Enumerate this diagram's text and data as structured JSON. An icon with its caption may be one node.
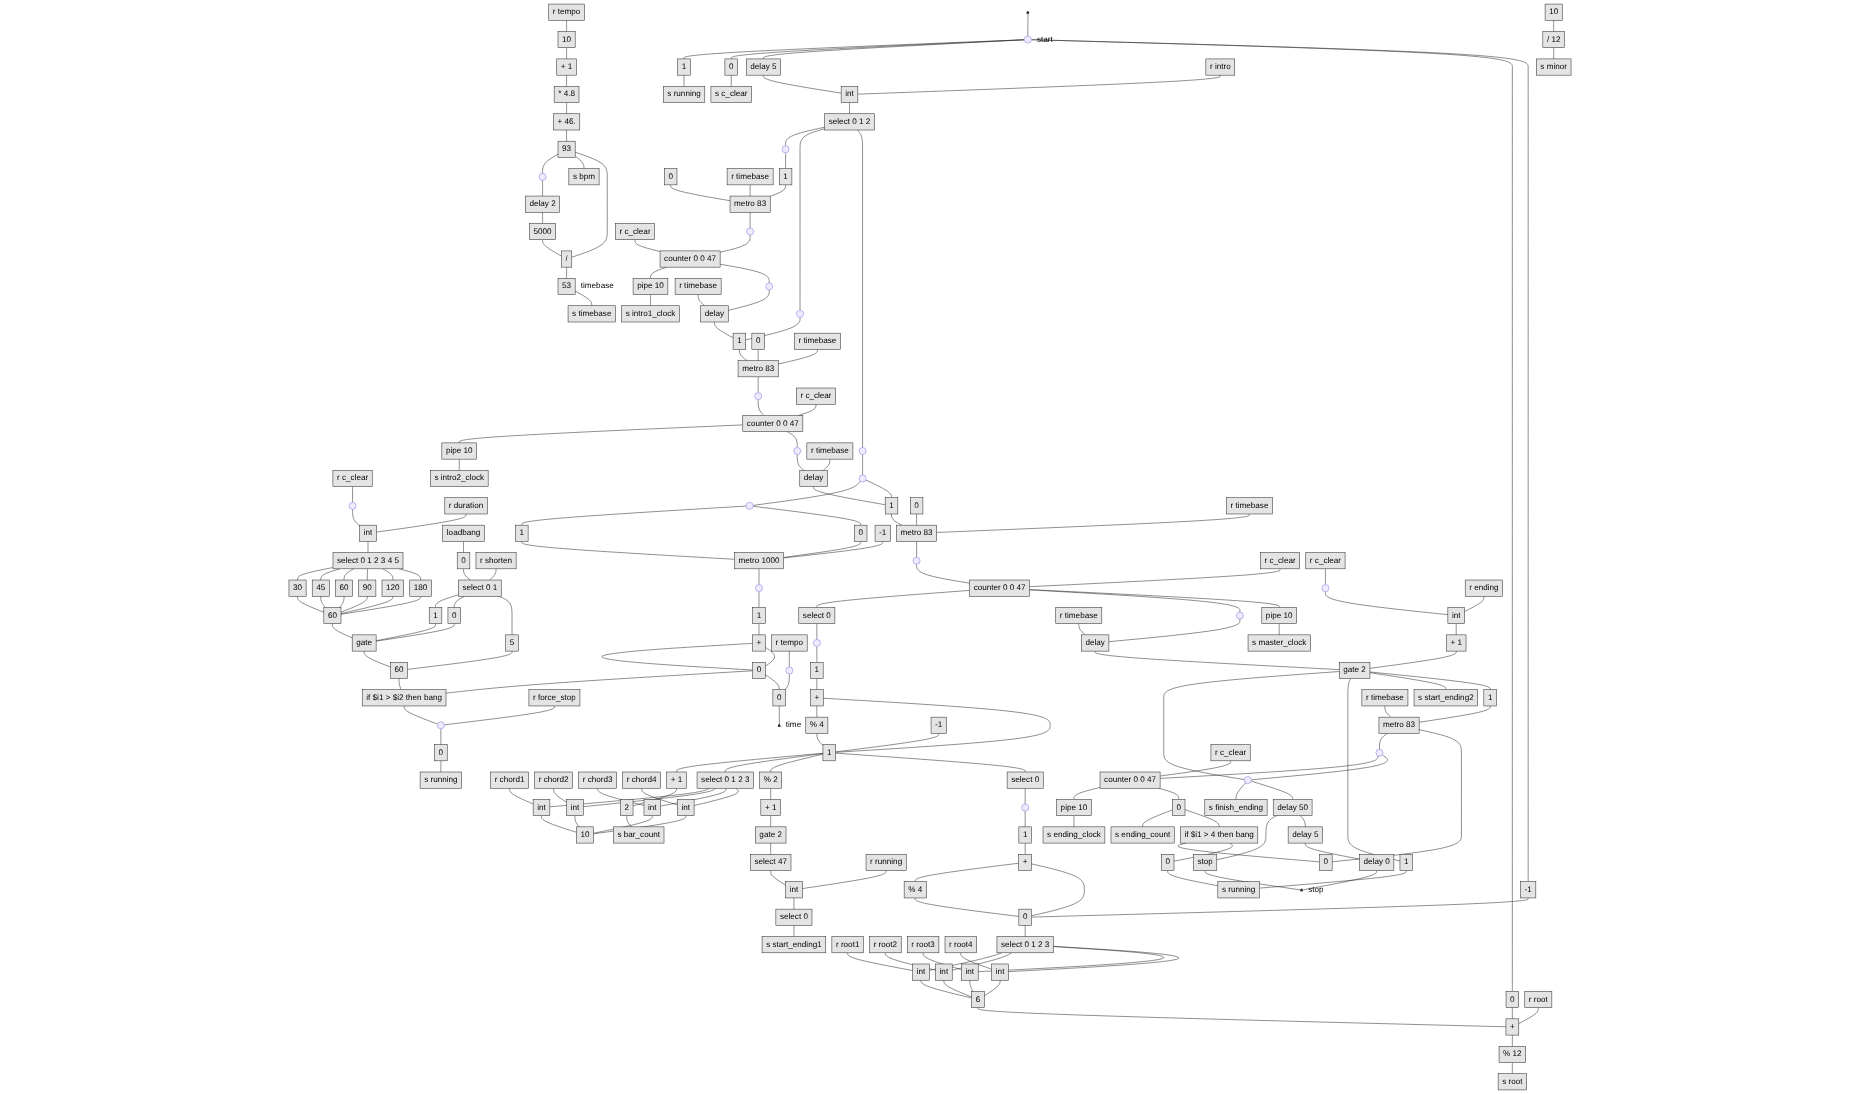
{
  "diagram": {
    "nodes": [
      {
        "text": [
          "r tempo"
        ]
      },
      {
        "text": [
          "10"
        ]
      },
      {
        "text": [
          "+ 1"
        ]
      },
      {
        "text": [
          "* 4.8"
        ]
      },
      {
        "text": [
          "+ 46."
        ]
      },
      {
        "text": [
          "93"
        ]
      },
      {
        "text": [],
        "shape": "circle"
      },
      {
        "text": [
          "delay 2"
        ]
      },
      {
        "text": [
          "s bpm"
        ]
      },
      {
        "text": [
          "5000"
        ]
      },
      {
        "text": [
          "/"
        ]
      },
      {
        "text": [
          "53"
        ],
        "beside": [
          "timebase"
        ]
      },
      {
        "text": [
          "s timebase"
        ]
      },
      {
        "text": [],
        "shape": "triangle"
      },
      {
        "text": [],
        "shape": "circle",
        "beside": [
          "start"
        ]
      },
      {
        "text": [
          "1"
        ]
      },
      {
        "text": [
          "s running"
        ]
      },
      {
        "text": [
          "0"
        ]
      },
      {
        "text": [
          "s c_clear"
        ]
      },
      {
        "text": [
          "delay 5"
        ]
      },
      {
        "text": [
          "r intro"
        ]
      },
      {
        "text": [
          "int"
        ]
      },
      {
        "text": [
          "select 0 1 2"
        ]
      },
      {
        "text": [],
        "shape": "circle"
      },
      {
        "text": [],
        "shape": "circle"
      },
      {
        "text": [],
        "shape": "circle"
      },
      {
        "text": [
          "0"
        ]
      },
      {
        "text": [
          "-1"
        ]
      },
      {
        "text": [],
        "shape": "circle"
      },
      {
        "text": [
          "1"
        ]
      },
      {
        "text": [
          "+"
        ]
      },
      {
        "text": [
          "% 4"
        ]
      },
      {
        "text": [
          "0"
        ]
      },
      {
        "text": [
          "select 0 1 2 3"
        ]
      },
      {
        "text": [
          "r chord1"
        ]
      },
      {
        "text": [
          "r chord2"
        ]
      },
      {
        "text": [
          "r chord3"
        ]
      },
      {
        "text": [
          "r chord4"
        ]
      },
      {
        "text": [
          "int"
        ]
      },
      {
        "text": [
          "int"
        ]
      },
      {
        "text": [
          "int"
        ]
      },
      {
        "text": [
          "int"
        ]
      },
      {
        "text": [
          "10"
        ]
      },
      {
        "text": [
          "10"
        ]
      },
      {
        "text": [
          "/ 12"
        ]
      },
      {
        "text": [
          "s minor"
        ]
      },
      {
        "text": [
          "select 0 1 2 3"
        ]
      },
      {
        "text": [
          "r root1"
        ]
      },
      {
        "text": [
          "r root2"
        ]
      },
      {
        "text": [
          "r root3"
        ]
      },
      {
        "text": [
          "r root4"
        ]
      },
      {
        "text": [
          "int"
        ]
      },
      {
        "text": [
          "int"
        ]
      },
      {
        "text": [
          "int"
        ]
      },
      {
        "text": [
          "int"
        ]
      },
      {
        "text": [
          "6"
        ]
      },
      {
        "text": [
          "r root"
        ]
      },
      {
        "text": [
          "+"
        ]
      },
      {
        "text": [
          "% 12"
        ]
      },
      {
        "text": [
          "s root"
        ]
      },
      {
        "text": [
          "r c_clear"
        ]
      },
      {
        "text": [],
        "shape": "circle"
      },
      {
        "text": [
          "r duration"
        ]
      },
      {
        "text": [
          "int"
        ]
      },
      {
        "text": [
          "select 0 1 2 3 4 5"
        ]
      },
      {
        "text": [
          "30"
        ]
      },
      {
        "text": [
          "45"
        ]
      },
      {
        "text": [
          "60"
        ]
      },
      {
        "text": [
          "90"
        ]
      },
      {
        "text": [
          "120"
        ]
      },
      {
        "text": [
          "180"
        ]
      },
      {
        "text": [
          "60"
        ]
      },
      {
        "text": [
          "loadbang"
        ]
      },
      {
        "text": [
          "0"
        ]
      },
      {
        "text": [
          "r shorten"
        ]
      },
      {
        "text": [
          "select 0 1"
        ]
      },
      {
        "text": [
          "1"
        ]
      },
      {
        "text": [
          "0"
        ]
      },
      {
        "text": [
          "5"
        ]
      },
      {
        "text": [
          "gate"
        ]
      },
      {
        "text": [
          "60"
        ]
      },
      {
        "text": [],
        "shape": "circle"
      },
      {
        "text": [
          "1"
        ]
      },
      {
        "text": [
          "0"
        ]
      },
      {
        "text": [
          "-1"
        ]
      },
      {
        "text": [
          "metro 1000"
        ]
      },
      {
        "text": [],
        "shape": "circle"
      },
      {
        "text": [
          "1"
        ]
      },
      {
        "text": [
          "+"
        ]
      },
      {
        "text": [
          "0"
        ]
      },
      {
        "text": [
          "if $i1 > $i2 then bang"
        ]
      },
      {
        "text": [
          "r force_stop"
        ]
      },
      {
        "text": [],
        "shape": "circle"
      },
      {
        "text": [
          "0"
        ]
      },
      {
        "text": [
          "s running"
        ]
      },
      {
        "text": [
          "r tempo"
        ]
      },
      {
        "text": [],
        "shape": "circle"
      },
      {
        "text": [
          "0"
        ]
      },
      {
        "text": [],
        "shape": "triangle",
        "beside": [
          "time"
        ]
      },
      {
        "text": [],
        "shape": "circle"
      },
      {
        "text": [
          "1"
        ]
      },
      {
        "text": [
          "0"
        ]
      },
      {
        "text": [
          "r timebase"
        ]
      },
      {
        "text": [
          "metro 83"
        ]
      },
      {
        "text": [],
        "shape": "circle"
      },
      {
        "text": [
          "r c_clear"
        ]
      },
      {
        "text": [
          "counter 0 0 47"
        ]
      },
      {
        "text": [],
        "shape": "circle"
      },
      {
        "text": [
          "r timebase"
        ]
      },
      {
        "text": [
          "delay"
        ]
      },
      {
        "text": [
          "pipe 10"
        ]
      },
      {
        "text": [
          "s intro1_clock"
        ]
      },
      {
        "text": [
          "1"
        ]
      },
      {
        "text": [
          "0"
        ]
      },
      {
        "text": [
          "r timebase"
        ]
      },
      {
        "text": [
          "metro 83"
        ]
      },
      {
        "text": [],
        "shape": "circle"
      },
      {
        "text": [
          "r c_clear"
        ]
      },
      {
        "text": [
          "counter 0 0 47"
        ]
      },
      {
        "text": [],
        "shape": "circle"
      },
      {
        "text": [
          "r timebase"
        ]
      },
      {
        "text": [
          "delay"
        ]
      },
      {
        "text": [
          "pipe 10"
        ]
      },
      {
        "text": [
          "s intro2_clock"
        ]
      },
      {
        "text": [
          "1"
        ]
      },
      {
        "text": [
          "0"
        ]
      },
      {
        "text": [
          "r timebase"
        ]
      },
      {
        "text": [
          "metro 83"
        ]
      },
      {
        "text": [],
        "shape": "circle"
      },
      {
        "text": [
          "r c_clear"
        ]
      },
      {
        "text": [
          "counter 0 0 47"
        ]
      },
      {
        "text": [
          "select 0"
        ]
      },
      {
        "text": [],
        "shape": "circle"
      },
      {
        "text": [
          "1"
        ]
      },
      {
        "text": [
          "+"
        ]
      },
      {
        "text": [
          "% 4"
        ]
      },
      {
        "text": [
          "-1"
        ]
      },
      {
        "text": [
          "1"
        ]
      },
      {
        "text": [
          "+ 1"
        ]
      },
      {
        "text": [
          "2"
        ]
      },
      {
        "text": [
          "s bar_count"
        ]
      },
      {
        "text": [
          "select 0"
        ]
      },
      {
        "text": [
          "% 2"
        ]
      },
      {
        "text": [
          "+ 1"
        ]
      },
      {
        "text": [
          "gate 2"
        ]
      },
      {
        "text": [
          "r running"
        ]
      },
      {
        "text": [
          "select 47"
        ]
      },
      {
        "text": [
          "int"
        ]
      },
      {
        "text": [
          "select 0"
        ]
      },
      {
        "text": [],
        "shape": "circle"
      },
      {
        "text": [
          "r timebase"
        ]
      },
      {
        "text": [
          "delay"
        ]
      },
      {
        "text": [
          "pipe 10"
        ]
      },
      {
        "text": [
          "s master_clock"
        ]
      },
      {
        "text": [
          "s start_ending1"
        ]
      },
      {
        "text": [
          "r c_clear"
        ]
      },
      {
        "text": [],
        "shape": "circle"
      },
      {
        "text": [
          "r ending"
        ]
      },
      {
        "text": [
          "int"
        ]
      },
      {
        "text": [
          "+ 1"
        ]
      },
      {
        "text": [
          "gate 2"
        ]
      },
      {
        "text": [
          "1"
        ]
      },
      {
        "text": [
          "0"
        ]
      },
      {
        "text": [
          "s running"
        ]
      },
      {
        "text": [
          "s start_ending2"
        ]
      },
      {
        "text": [
          "if $i1 > 4 then bang"
        ]
      },
      {
        "text": [
          "1"
        ]
      },
      {
        "text": [
          "0"
        ]
      },
      {
        "text": [
          "r timebase"
        ]
      },
      {
        "text": [
          "metro 83"
        ]
      },
      {
        "text": [],
        "shape": "circle"
      },
      {
        "text": [
          "r c_clear"
        ]
      },
      {
        "text": [
          "counter 0 0 47"
        ]
      },
      {
        "text": [
          "pipe 10"
        ]
      },
      {
        "text": [
          "0"
        ]
      },
      {
        "text": [
          "s ending_clock"
        ]
      },
      {
        "text": [
          "s ending_count"
        ]
      },
      {
        "text": [],
        "shape": "circle"
      },
      {
        "text": [
          "s finish_ending"
        ]
      },
      {
        "text": [
          "delay 50"
        ]
      },
      {
        "text": [
          "stop"
        ]
      },
      {
        "text": [
          "delay 5"
        ]
      },
      {
        "text": [
          "delay 0"
        ]
      },
      {
        "text": [],
        "shape": "triangle",
        "beside": [
          "stop"
        ]
      }
    ],
    "edges": [
      {
        "from": 0,
        "to": 1,
        "arrow": "none"
      },
      {
        "from": 1,
        "to": 2,
        "arrow": "none"
      },
      {
        "from": 2,
        "to": 3,
        "arrow": "none"
      },
      {
        "from": 3,
        "to": 4,
        "arrow": "none"
      },
      {
        "from": 4,
        "to": 5,
        "arrow": "none"
      },
      {
        "from": 5,
        "to": 6,
        "arrow": "none"
      },
      {
        "from": 5,
        "to": 8,
        "arrow": "none"
      },
      {
        "from": 6,
        "to": 7,
        "arrow": "none"
      },
      {
        "from": 7,
        "to": 9,
        "arrow": "none"
      },
      {
        "from": 9,
        "to": 10,
        "arrow": "none"
      },
      {
        "from": 5,
        "to": 10,
        "arrow": "none"
      },
      {
        "from": 10,
        "to": 11,
        "arrow": "none"
      },
      {
        "from": 11,
        "to": 12,
        "arrow": "none"
      },
      {
        "from": 13,
        "to": 14,
        "arrow": "none"
      },
      {
        "from": 14,
        "to": 15,
        "arrow": "none"
      },
      {
        "from": 15,
        "to": 16,
        "arrow": "none"
      },
      {
        "from": 14,
        "to": 17,
        "arrow": "none"
      },
      {
        "from": 17,
        "to": 18,
        "arrow": "none"
      },
      {
        "from": 14,
        "to": 19,
        "arrow": "none"
      },
      {
        "from": 19,
        "to": 21,
        "arrow": "none"
      },
      {
        "from": 20,
        "to": 21,
        "arrow": "none"
      },
      {
        "from": 21,
        "to": 22,
        "arrow": "none"
      },
      {
        "from": 22,
        "to": 23,
        "arrow": "none"
      },
      {
        "from": 22,
        "to": 24,
        "arrow": "none"
      },
      {
        "from": 22,
        "to": 25,
        "arrow": "none"
      },
      {
        "from": 14,
        "to": 26,
        "arrow": "none"
      },
      {
        "from": 14,
        "to": 27,
        "arrow": "none"
      },
      {
        "from": 28,
        "to": 29,
        "arrow": "none"
      },
      {
        "from": 29,
        "to": 30,
        "arrow": "none"
      },
      {
        "from": 30,
        "to": 31,
        "arrow": "none"
      },
      {
        "from": 31,
        "to": 32,
        "arrow": "none"
      },
      {
        "from": 32,
        "to": 30,
        "arrow": "none"
      },
      {
        "from": 27,
        "to": 32,
        "arrow": "none"
      },
      {
        "from": 26,
        "to": 57,
        "arrow": "none"
      },
      {
        "from": 32,
        "to": 46,
        "arrow": "none"
      },
      {
        "from": 33,
        "to": 38,
        "arrow": "none"
      },
      {
        "from": 33,
        "to": 39,
        "arrow": "none"
      },
      {
        "from": 33,
        "to": 40,
        "arrow": "none"
      },
      {
        "from": 33,
        "to": 41,
        "arrow": "none"
      },
      {
        "from": 34,
        "to": 38,
        "arrow": "none"
      },
      {
        "from": 35,
        "to": 39,
        "arrow": "none"
      },
      {
        "from": 36,
        "to": 40,
        "arrow": "none"
      },
      {
        "from": 37,
        "to": 41,
        "arrow": "none"
      },
      {
        "from": 38,
        "to": 43,
        "arrow": "none"
      },
      {
        "from": 39,
        "to": 43,
        "arrow": "none"
      },
      {
        "from": 40,
        "to": 43,
        "arrow": "none"
      },
      {
        "from": 41,
        "to": 43,
        "arrow": "none"
      },
      {
        "from": 42,
        "to": 44,
        "arrow": "none"
      },
      {
        "from": 44,
        "to": 45,
        "arrow": "none"
      },
      {
        "from": 46,
        "to": 51,
        "arrow": "none"
      },
      {
        "from": 46,
        "to": 52,
        "arrow": "none"
      },
      {
        "from": 46,
        "to": 53,
        "arrow": "none"
      },
      {
        "from": 46,
        "to": 54,
        "arrow": "none"
      },
      {
        "from": 47,
        "to": 51,
        "arrow": "none"
      },
      {
        "from": 48,
        "to": 52,
        "arrow": "none"
      },
      {
        "from": 49,
        "to": 53,
        "arrow": "none"
      },
      {
        "from": 50,
        "to": 54,
        "arrow": "none"
      },
      {
        "from": 51,
        "to": 55,
        "arrow": "none"
      },
      {
        "from": 52,
        "to": 55,
        "arrow": "none"
      },
      {
        "from": 53,
        "to": 55,
        "arrow": "none"
      },
      {
        "from": 54,
        "to": 55,
        "arrow": "none"
      },
      {
        "from": 55,
        "to": 57,
        "arrow": "none"
      },
      {
        "from": 56,
        "to": 57,
        "arrow": "none"
      },
      {
        "from": 57,
        "to": 58,
        "arrow": "none"
      },
      {
        "from": 58,
        "to": 59,
        "arrow": "none"
      },
      {
        "from": 60,
        "to": 61,
        "arrow": "none"
      },
      {
        "from": 61,
        "to": 63,
        "arrow": "none"
      },
      {
        "from": 62,
        "to": 63,
        "arrow": "none"
      },
      {
        "from": 63,
        "to": 64,
        "arrow": "none"
      },
      {
        "from": 64,
        "to": 65,
        "arrow": "none"
      },
      {
        "from": 64,
        "to": 66,
        "arrow": "none"
      },
      {
        "from": 64,
        "to": 67,
        "arrow": "none"
      },
      {
        "from": 64,
        "to": 68,
        "arrow": "none"
      },
      {
        "from": 64,
        "to": 69,
        "arrow": "none"
      },
      {
        "from": 64,
        "to": 70,
        "arrow": "none"
      },
      {
        "from": 65,
        "to": 71,
        "arrow": "none"
      },
      {
        "from": 66,
        "to": 71,
        "arrow": "none"
      },
      {
        "from": 67,
        "to": 71,
        "arrow": "none"
      },
      {
        "from": 68,
        "to": 71,
        "arrow": "none"
      },
      {
        "from": 69,
        "to": 71,
        "arrow": "none"
      },
      {
        "from": 70,
        "to": 71,
        "arrow": "none"
      },
      {
        "from": 71,
        "to": 79,
        "arrow": "none"
      },
      {
        "from": 72,
        "to": 73,
        "arrow": "none"
      },
      {
        "from": 73,
        "to": 75,
        "arrow": "none"
      },
      {
        "from": 74,
        "to": 75,
        "arrow": "none"
      },
      {
        "from": 75,
        "to": 76,
        "arrow": "none"
      },
      {
        "from": 75,
        "to": 77,
        "arrow": "none"
      },
      {
        "from": 75,
        "to": 78,
        "arrow": "none"
      },
      {
        "from": 76,
        "to": 79,
        "arrow": "none"
      },
      {
        "from": 77,
        "to": 79,
        "arrow": "none"
      },
      {
        "from": 78,
        "to": 80,
        "arrow": "none"
      },
      {
        "from": 79,
        "to": 80,
        "arrow": "none"
      },
      {
        "from": 80,
        "to": 90,
        "arrow": "none"
      },
      {
        "from": 81,
        "to": 82,
        "arrow": "none"
      },
      {
        "from": 81,
        "to": 83,
        "arrow": "none"
      },
      {
        "from": 82,
        "to": 85,
        "arrow": "none"
      },
      {
        "from": 83,
        "to": 85,
        "arrow": "none"
      },
      {
        "from": 84,
        "to": 85,
        "arrow": "none"
      },
      {
        "from": 85,
        "to": 86,
        "arrow": "none"
      },
      {
        "from": 86,
        "to": 87,
        "arrow": "none"
      },
      {
        "from": 87,
        "to": 88,
        "arrow": "none"
      },
      {
        "from": 88,
        "to": 89,
        "arrow": "none"
      },
      {
        "from": 89,
        "to": 88,
        "arrow": "none"
      },
      {
        "from": 89,
        "to": 90,
        "arrow": "none"
      },
      {
        "from": 90,
        "to": 92,
        "arrow": "none"
      },
      {
        "from": 91,
        "to": 92,
        "arrow": "none"
      },
      {
        "from": 92,
        "to": 93,
        "arrow": "none"
      },
      {
        "from": 93,
        "to": 94,
        "arrow": "none"
      },
      {
        "from": 95,
        "to": 96,
        "arrow": "none"
      },
      {
        "from": 96,
        "to": 97,
        "arrow": "none"
      },
      {
        "from": 89,
        "to": 97,
        "arrow": "none"
      },
      {
        "from": 97,
        "to": 98,
        "arrow": "none"
      },
      {
        "from": 23,
        "to": 100,
        "arrow": "none"
      },
      {
        "from": 24,
        "to": 112,
        "arrow": "none"
      },
      {
        "from": 25,
        "to": 99,
        "arrow": "none"
      },
      {
        "from": 99,
        "to": 81,
        "arrow": "none"
      },
      {
        "from": 99,
        "to": 124,
        "arrow": "none"
      },
      {
        "from": 100,
        "to": 103,
        "arrow": "none"
      },
      {
        "from": 101,
        "to": 103,
        "arrow": "none"
      },
      {
        "from": 102,
        "to": 103,
        "arrow": "none"
      },
      {
        "from": 103,
        "to": 104,
        "arrow": "none"
      },
      {
        "from": 104,
        "to": 106,
        "arrow": "none"
      },
      {
        "from": 105,
        "to": 106,
        "arrow": "none"
      },
      {
        "from": 106,
        "to": 110,
        "arrow": "none"
      },
      {
        "from": 106,
        "to": 107,
        "arrow": "none"
      },
      {
        "from": 107,
        "to": 109,
        "arrow": "none"
      },
      {
        "from": 108,
        "to": 109,
        "arrow": "none"
      },
      {
        "from": 109,
        "to": 112,
        "arrow": "none"
      },
      {
        "from": 110,
        "to": 111,
        "arrow": "none"
      },
      {
        "from": 112,
        "to": 115,
        "arrow": "none"
      },
      {
        "from": 113,
        "to": 115,
        "arrow": "none"
      },
      {
        "from": 114,
        "to": 115,
        "arrow": "none"
      },
      {
        "from": 115,
        "to": 116,
        "arrow": "none"
      },
      {
        "from": 116,
        "to": 118,
        "arrow": "none"
      },
      {
        "from": 117,
        "to": 118,
        "arrow": "none"
      },
      {
        "from": 118,
        "to": 122,
        "arrow": "none"
      },
      {
        "from": 118,
        "to": 119,
        "arrow": "none"
      },
      {
        "from": 119,
        "to": 121,
        "arrow": "none"
      },
      {
        "from": 120,
        "to": 121,
        "arrow": "none"
      },
      {
        "from": 121,
        "to": 124,
        "arrow": "none"
      },
      {
        "from": 122,
        "to": 123,
        "arrow": "none"
      },
      {
        "from": 124,
        "to": 127,
        "arrow": "none"
      },
      {
        "from": 125,
        "to": 127,
        "arrow": "none"
      },
      {
        "from": 126,
        "to": 127,
        "arrow": "none"
      },
      {
        "from": 127,
        "to": 128,
        "arrow": "none"
      },
      {
        "from": 128,
        "to": 130,
        "arrow": "none"
      },
      {
        "from": 129,
        "to": 130,
        "arrow": "none"
      },
      {
        "from": 130,
        "to": 131,
        "arrow": "none"
      },
      {
        "from": 131,
        "to": 132,
        "arrow": "none"
      },
      {
        "from": 132,
        "to": 133,
        "arrow": "none"
      },
      {
        "from": 133,
        "to": 134,
        "arrow": "none"
      },
      {
        "from": 134,
        "to": 135,
        "arrow": "none"
      },
      {
        "from": 135,
        "to": 137,
        "arrow": "none"
      },
      {
        "from": 137,
        "to": 134,
        "arrow": "none"
      },
      {
        "from": 136,
        "to": 137,
        "arrow": "none"
      },
      {
        "from": 137,
        "to": 138,
        "arrow": "none"
      },
      {
        "from": 138,
        "to": 139,
        "arrow": "none"
      },
      {
        "from": 139,
        "to": 140,
        "arrow": "none"
      },
      {
        "from": 137,
        "to": 33,
        "arrow": "none"
      },
      {
        "from": 137,
        "to": 142,
        "arrow": "none"
      },
      {
        "from": 137,
        "to": 141,
        "arrow": "none"
      },
      {
        "from": 141,
        "to": 28,
        "arrow": "none"
      },
      {
        "from": 142,
        "to": 143,
        "arrow": "none"
      },
      {
        "from": 143,
        "to": 144,
        "arrow": "none"
      },
      {
        "from": 144,
        "to": 146,
        "arrow": "none"
      },
      {
        "from": 145,
        "to": 147,
        "arrow": "none"
      },
      {
        "from": 146,
        "to": 147,
        "arrow": "none"
      },
      {
        "from": 147,
        "to": 148,
        "arrow": "none"
      },
      {
        "from": 148,
        "to": 154,
        "arrow": "none"
      },
      {
        "from": 130,
        "to": 149,
        "arrow": "none"
      },
      {
        "from": 130,
        "to": 152,
        "arrow": "none"
      },
      {
        "from": 149,
        "to": 151,
        "arrow": "none"
      },
      {
        "from": 150,
        "to": 151,
        "arrow": "none"
      },
      {
        "from": 151,
        "to": 160,
        "arrow": "none"
      },
      {
        "from": 152,
        "to": 153,
        "arrow": "none"
      },
      {
        "from": 155,
        "to": 156,
        "arrow": "none"
      },
      {
        "from": 156,
        "to": 158,
        "arrow": "none"
      },
      {
        "from": 157,
        "to": 158,
        "arrow": "none"
      },
      {
        "from": 158,
        "to": 159,
        "arrow": "none"
      },
      {
        "from": 159,
        "to": 160,
        "arrow": "none"
      },
      {
        "from": 160,
        "to": 177,
        "arrow": "none"
      },
      {
        "from": 160,
        "to": 161,
        "arrow": "none"
      },
      {
        "from": 160,
        "to": 164,
        "arrow": "none"
      },
      {
        "from": 161,
        "to": 163,
        "arrow": "none"
      },
      {
        "from": 162,
        "to": 163,
        "arrow": "none"
      },
      {
        "from": 160,
        "to": 166,
        "arrow": "none"
      },
      {
        "from": 166,
        "to": 169,
        "arrow": "none"
      },
      {
        "from": 167,
        "to": 169,
        "arrow": "none"
      },
      {
        "from": 168,
        "to": 169,
        "arrow": "none"
      },
      {
        "from": 169,
        "to": 170,
        "arrow": "none"
      },
      {
        "from": 170,
        "to": 172,
        "arrow": "none"
      },
      {
        "from": 171,
        "to": 172,
        "arrow": "none"
      },
      {
        "from": 172,
        "to": 173,
        "arrow": "none"
      },
      {
        "from": 173,
        "to": 175,
        "arrow": "none"
      },
      {
        "from": 172,
        "to": 174,
        "arrow": "none"
      },
      {
        "from": 174,
        "to": 176,
        "arrow": "none"
      },
      {
        "from": 174,
        "to": 165,
        "arrow": "none"
      },
      {
        "from": 165,
        "to": 167,
        "arrow": "none"
      },
      {
        "from": 165,
        "to": 162,
        "arrow": "none"
      },
      {
        "from": 170,
        "to": 177,
        "arrow": "none"
      },
      {
        "from": 177,
        "to": 178,
        "arrow": "none"
      },
      {
        "from": 177,
        "to": 179,
        "arrow": "none"
      },
      {
        "from": 179,
        "to": 180,
        "arrow": "none"
      },
      {
        "from": 179,
        "to": 181,
        "arrow": "none"
      },
      {
        "from": 181,
        "to": 182,
        "arrow": "none"
      },
      {
        "from": 180,
        "to": 183,
        "arrow": "none"
      },
      {
        "from": 182,
        "to": 183,
        "arrow": "none"
      }
    ]
  }
}
